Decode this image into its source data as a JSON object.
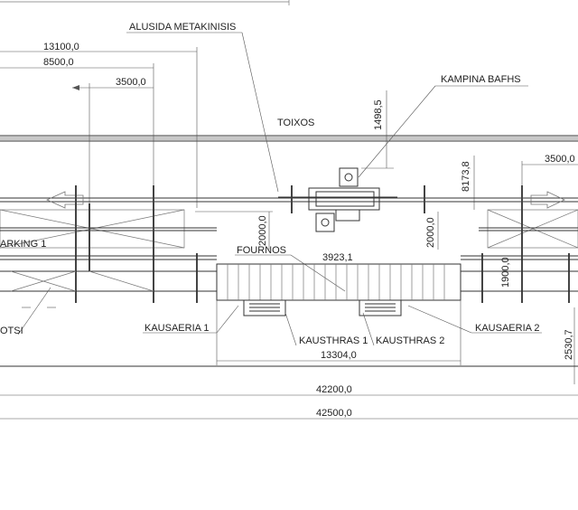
{
  "labels": {
    "alusida": "ALUSIDA METAKINISIS",
    "kampina": "KAMPINA BAFHS",
    "toixos": "TOIXOS",
    "fournos": "FOURNOS",
    "parking": "ARKING 1",
    "otsi": "OTSI",
    "kausaeria1": "KAUSAERIA 1",
    "kausaeria2": "KAUSAERIA 2",
    "kausthras1": "KAUSTHRAS 1",
    "kausthras2": "KAUSTHRAS 2"
  },
  "dimensions": {
    "d13100": "13100,0",
    "d8500": "8500,0",
    "d3500_left": "3500,0",
    "d3500_right": "3500,0",
    "d1498": "1498,5",
    "d8173": "8173,8",
    "d2000_left": "2000,0",
    "d2000_right": "2000,0",
    "d3923": "3923,1",
    "d1900": "1900,0",
    "d13304": "13304,0",
    "d2530": "2530,7",
    "d42200": "42200,0",
    "d42500": "42500,0"
  }
}
